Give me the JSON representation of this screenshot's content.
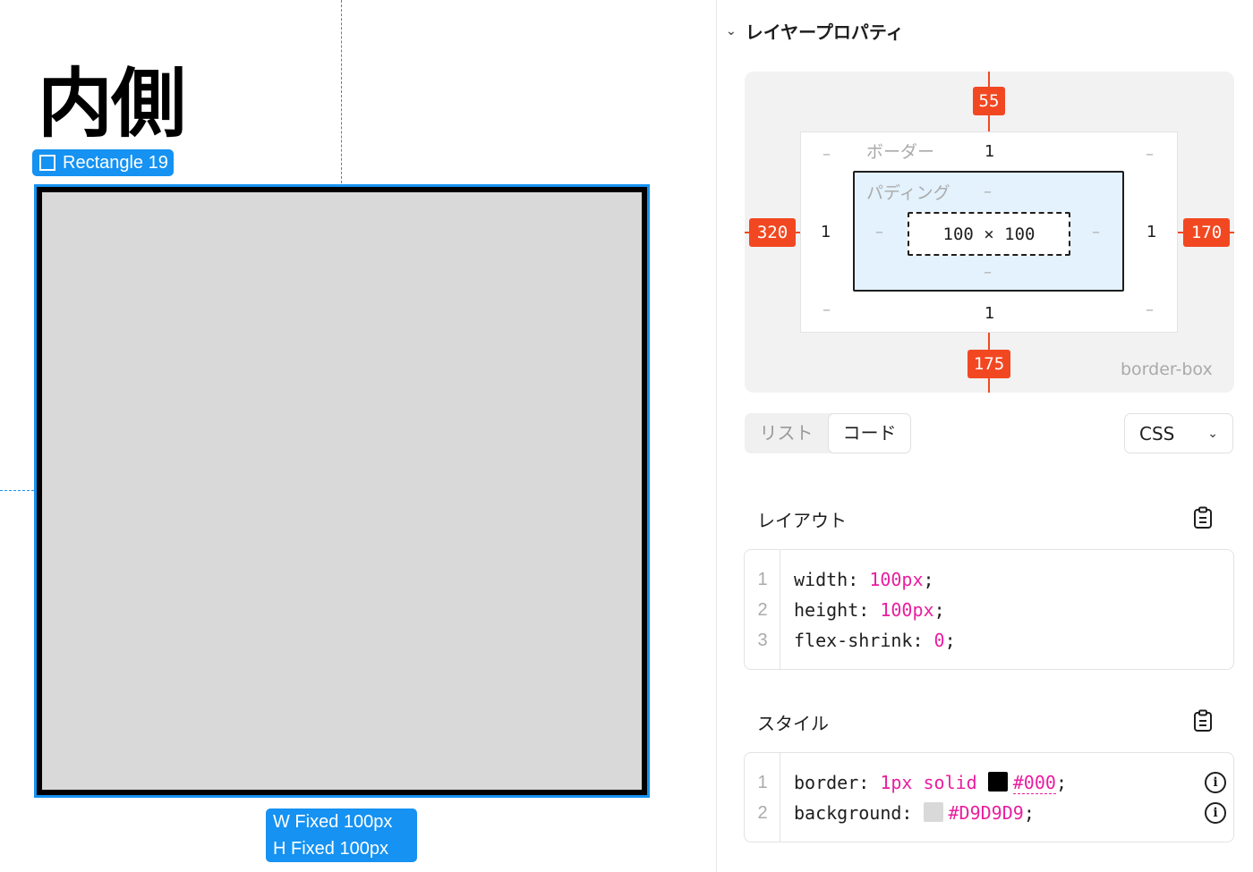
{
  "canvas": {
    "heading": "内側",
    "layer_name": "Rectangle 19",
    "size_width_label": "W Fixed 100px",
    "size_height_label": "H Fixed 100px",
    "rect_fill": "#D9D9D9",
    "rect_stroke": "#000000",
    "selection_color": "#1592F2"
  },
  "panel": {
    "title": "レイヤープロパティ",
    "box_model": {
      "margin_top": "55",
      "margin_right": "170",
      "margin_bottom": "175",
      "margin_left": "320",
      "border_label": "ボーダー",
      "border_top": "1",
      "border_right": "1",
      "border_bottom": "1",
      "border_left": "1",
      "padding_label": "パディング",
      "padding_empty": "–",
      "corner_empty": "–",
      "content_size": "100 × 100",
      "box_sizing": "border-box",
      "accent_color": "#F24822"
    },
    "view_tabs": [
      "リスト",
      "コード"
    ],
    "active_tab": "コード",
    "format_select": "CSS",
    "layout_section": {
      "title": "レイアウト",
      "lines": [
        {
          "n": "1",
          "prop": "width",
          "value": "100px"
        },
        {
          "n": "2",
          "prop": "height",
          "value": "100px"
        },
        {
          "n": "3",
          "prop": "flex-shrink",
          "value": "0"
        }
      ]
    },
    "style_section": {
      "title": "スタイル",
      "lines": [
        {
          "n": "1",
          "prop": "border",
          "value": "1px solid",
          "color": "#000"
        },
        {
          "n": "2",
          "prop": "background",
          "color": "#D9D9D9"
        }
      ]
    }
  }
}
